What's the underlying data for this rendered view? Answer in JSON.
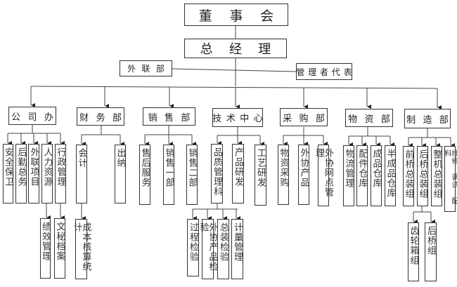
{
  "board": "董事会",
  "general_manager": "总经理",
  "external_affairs": "外联部",
  "management_rep": "管理者代表",
  "departments": [
    {
      "name": "公司办",
      "units": [
        "安全保卫",
        "后勤总务",
        "外联项目",
        "人力资源",
        "行政管理"
      ],
      "sub": {
        "人力资源": [
          "绩效管理"
        ],
        "行政管理": [
          "文秘档案"
        ]
      }
    },
    {
      "name": "财务部",
      "units": [
        "会计",
        "出纳"
      ],
      "sub": {
        "会计": [
          "成本核算统计"
        ]
      }
    },
    {
      "name": "销售部",
      "units": [
        "售后服务",
        "销售一部",
        "销售二部"
      ]
    },
    {
      "name": "技术中心",
      "units": [
        "品质管理科",
        "产品研发",
        "工艺研发"
      ],
      "sub": {
        "品质管理科": [
          "过程检验",
          "外协产品检验",
          "总装检验",
          "计量管理"
        ]
      }
    },
    {
      "name": "采购部",
      "units": [
        "物资采购",
        "外协产品",
        "外协网点管理"
      ]
    },
    {
      "name": "物资部",
      "units": [
        "物流管理",
        "配件仓库",
        "成品仓库",
        "半成品仓库"
      ]
    },
    {
      "name": "制造部",
      "units": [
        "前桥总装组",
        "后桥总装组",
        "整机总装组",
        "维修 调试 配料"
      ],
      "sub": {
        "后桥总装组": [
          "齿轮箱组",
          "后桥组"
        ]
      }
    }
  ],
  "labels": {
    "d0": "公司办",
    "d1": "财务部",
    "d2": "销售部",
    "d3": "技术中心",
    "d4": "采购部",
    "d5": "物资部",
    "d6": "制造部",
    "u0_0": "安全保卫",
    "u0_1": "后勤总务",
    "u0_2": "外联项目",
    "u0_3": "人力资源",
    "u0_4": "行政管理",
    "s0_3": "绩效管理",
    "s0_4": "文秘档案",
    "u1_0": "会计",
    "u1_1": "出纳",
    "s1_0": "成本核算统计",
    "u2_0": "售后服务",
    "u2_1": "销售一部",
    "u2_2": "销售二部",
    "u3_0": "品质管理科",
    "u3_1": "产品研发",
    "u3_2": "工艺研发",
    "s3_0": "过程检验",
    "s3_1": "外协产品检验",
    "s3_2": "总装检验",
    "s3_3": "计量管理",
    "u4_0": "物资采购",
    "u4_1": "外协产品",
    "u4_2": "外协网点管理",
    "u5_0": "物流管理",
    "u5_1": "配件仓库",
    "u5_2": "成品仓库",
    "u5_3": "半成品仓库",
    "u6_0": "前桥总装组",
    "u6_1": "后桥总装组",
    "u6_2": "整机总装组",
    "u6_3": "维修  调试  配料",
    "s6_0": "齿轮箱组",
    "s6_1": "后桥组"
  }
}
